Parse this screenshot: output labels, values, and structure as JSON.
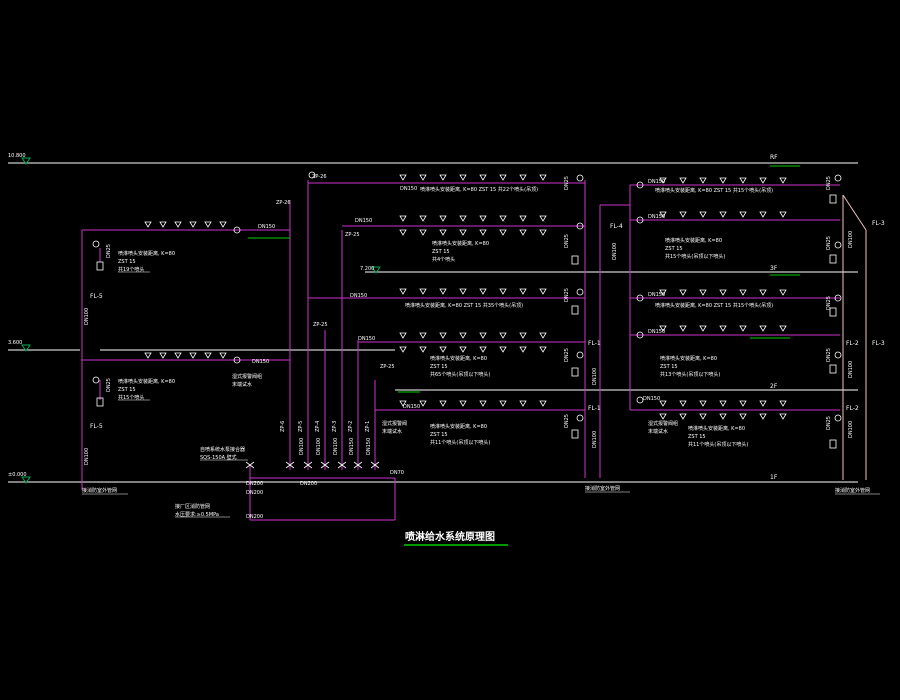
{
  "colors": {
    "background": "#000000",
    "pipe": "#cc33cc",
    "line": "#ffffff",
    "text": "#ffffff",
    "title": "#ffffff",
    "title_underline": "#00cc00",
    "green_mark": "#00cc00",
    "level_marker": "#00aa55",
    "riser_right": "#f0c0c0"
  },
  "title": "喷淋给水系统原理图",
  "floors": {
    "roof": "RF",
    "f3": "3F",
    "f2": "2F",
    "f1": "1F"
  },
  "elevations": {
    "roof": "10.800",
    "mid": "3.600",
    "ground": "±0.000",
    "f3": "7.200"
  },
  "risers": {
    "fl5_top": "FL-5",
    "fl5_bottom": "FL-5",
    "fl4": "FL-4",
    "fl3_top": "FL-3",
    "fl3_mid": "FL-3",
    "fl2_mid": "FL-2",
    "fl2_low": "FL-2",
    "fl1_top": "FL-1",
    "fl1_low": "FL-1"
  },
  "zp": {
    "zp26a": "ZP-26",
    "zp26b": "ZP-26",
    "zp25a": "ZP-25",
    "zp25b": "ZP-25",
    "zp25c": "ZP-25",
    "zp6": "ZP-6",
    "zp5": "ZP-5",
    "zp4": "ZP-4",
    "zp3": "ZP-3",
    "zp2": "ZP-2",
    "zp1": "ZP-1"
  },
  "dn": {
    "dn150": "DN150",
    "dn100": "DN100",
    "dn200": "DN200",
    "dn70": "DN70",
    "dn25": "DN25"
  },
  "notes": {
    "left_top": [
      "喷淋喷头安装距离, K=80",
      "ZST 15",
      "共19个喷头"
    ],
    "left_bottom": [
      "喷淋喷头安装距离, K=80",
      "ZST 15",
      "共15个喷头"
    ],
    "left_bottom_side": [
      "湿式报警阀组",
      "末端试水"
    ],
    "c_roof": "喷淋喷头安装距离, K=80 ZST 15 共22个喷头(吊顶)",
    "c_roof2": [
      "喷淋喷头安装距离, K=80",
      "ZST 15",
      "共4个喷头"
    ],
    "c_f3": "喷淋喷头安装距离, K=80 ZST 15 共35个喷头(吊顶)",
    "c_f2": [
      "喷淋喷头安装距离, K=80",
      "ZST 15",
      "共65个喷头(吊顶以下喷头)"
    ],
    "c_f1": [
      "喷淋喷头安装距离, K=80",
      "ZST 15",
      "共11个喷头(吊顶以下喷头)"
    ],
    "c_f1_side": [
      "湿式报警阀",
      "末端试水"
    ],
    "r_roof": "喷淋喷头安装距离, K=80 ZST 15 共15个喷头(吊顶)",
    "r_roof2": [
      "喷淋喷头安装距离, K=80",
      "ZST 15",
      "共15个喷头(吊顶以下喷头)"
    ],
    "r_f3": "喷淋喷头安装距离, K=80 ZST 15 共15个喷头(吊顶)",
    "r_f2": [
      "喷淋喷头安装距离, K=80",
      "ZST 15",
      "共13个喷头(吊顶以下喷头)"
    ],
    "r_f1": [
      "喷淋喷头安装距离, K=80",
      "ZST 15",
      "共11个喷头(吊顶以下喷头)"
    ],
    "r_f1_side": [
      "湿式报警阀组",
      "末端试水"
    ],
    "pump": [
      "自喷系统水泵接合器",
      "SQS-150A 壁式"
    ],
    "supply": [
      "接厂区消防管网",
      "水压要求:≥0.5MPa"
    ],
    "bottom_left": "接消防室外管网",
    "bottom_mid": "接消防室外管网",
    "bottom_right": "接消防室外管网"
  }
}
